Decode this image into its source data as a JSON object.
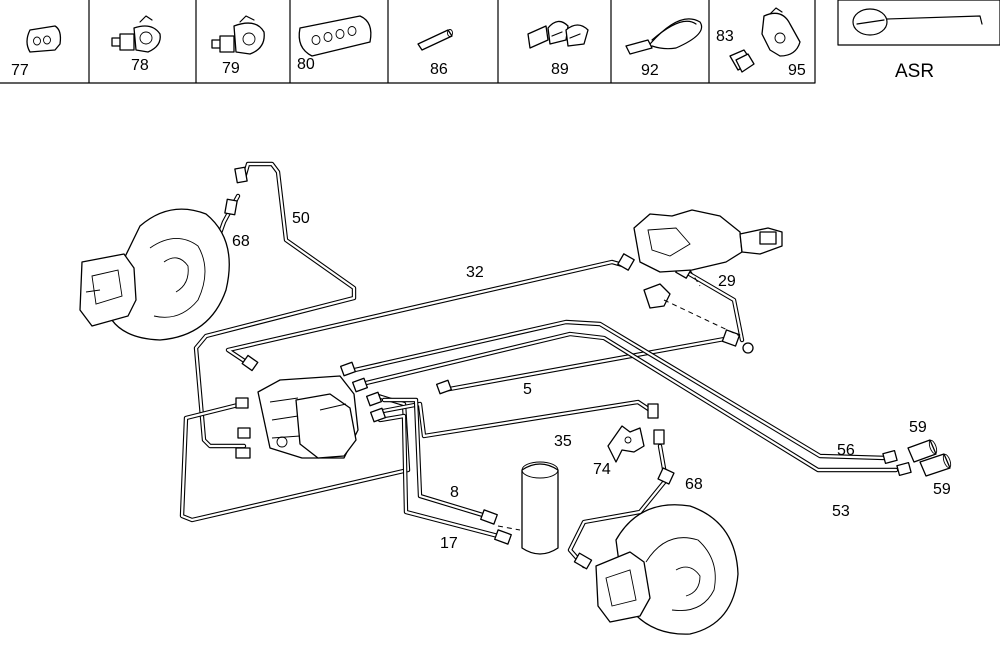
{
  "system_label": "ASR",
  "legend_parts": [
    {
      "id": "77"
    },
    {
      "id": "78"
    },
    {
      "id": "79"
    },
    {
      "id": "80"
    },
    {
      "id": "86"
    },
    {
      "id": "89"
    },
    {
      "id": "92"
    },
    {
      "id": "83"
    },
    {
      "id": "95"
    }
  ],
  "callouts": {
    "p50": "50",
    "p68a": "68",
    "p32": "32",
    "p29": "29",
    "p5": "5",
    "p35": "35",
    "p74": "74",
    "p8": "8",
    "p17": "17",
    "p68b": "68",
    "p56": "56",
    "p59a": "59",
    "p53": "53",
    "p59b": "59"
  }
}
